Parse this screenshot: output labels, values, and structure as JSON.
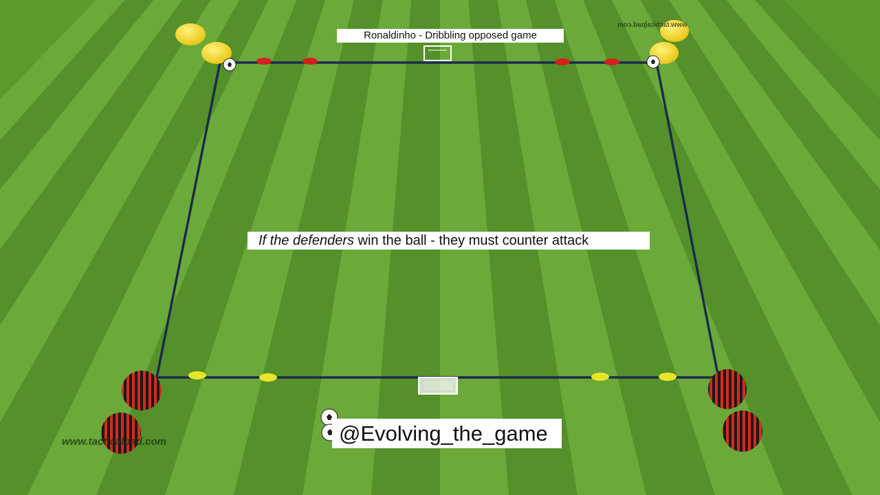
{
  "drill": {
    "title": "Ronaldinho - Dribbling opposed game",
    "note_italic": "If the defenders",
    "note_rest": " win the ball - they must counter attack",
    "handle": "@Evolving_the_game"
  },
  "watermarks": {
    "bottom": "www.tacticalpad.com",
    "top": "www.tacticalpad.com"
  },
  "icons": {
    "goal": "goal-icon",
    "ball": "soccer-ball-icon",
    "cone": "cone-icon",
    "player": "player-token-icon"
  },
  "colors": {
    "grass_light": "#6aa93a",
    "grass_dark": "#55902a",
    "boundary": "#1b2b4a",
    "attackers": "#f2d21f",
    "defenders_stripe": "#d42a1e",
    "defenders_base": "#1a1a1a",
    "cone_red": "#d71f1f",
    "cone_yellow": "#e9e52a"
  },
  "teams": {
    "attackers_count": 4,
    "defenders_count": 4
  }
}
